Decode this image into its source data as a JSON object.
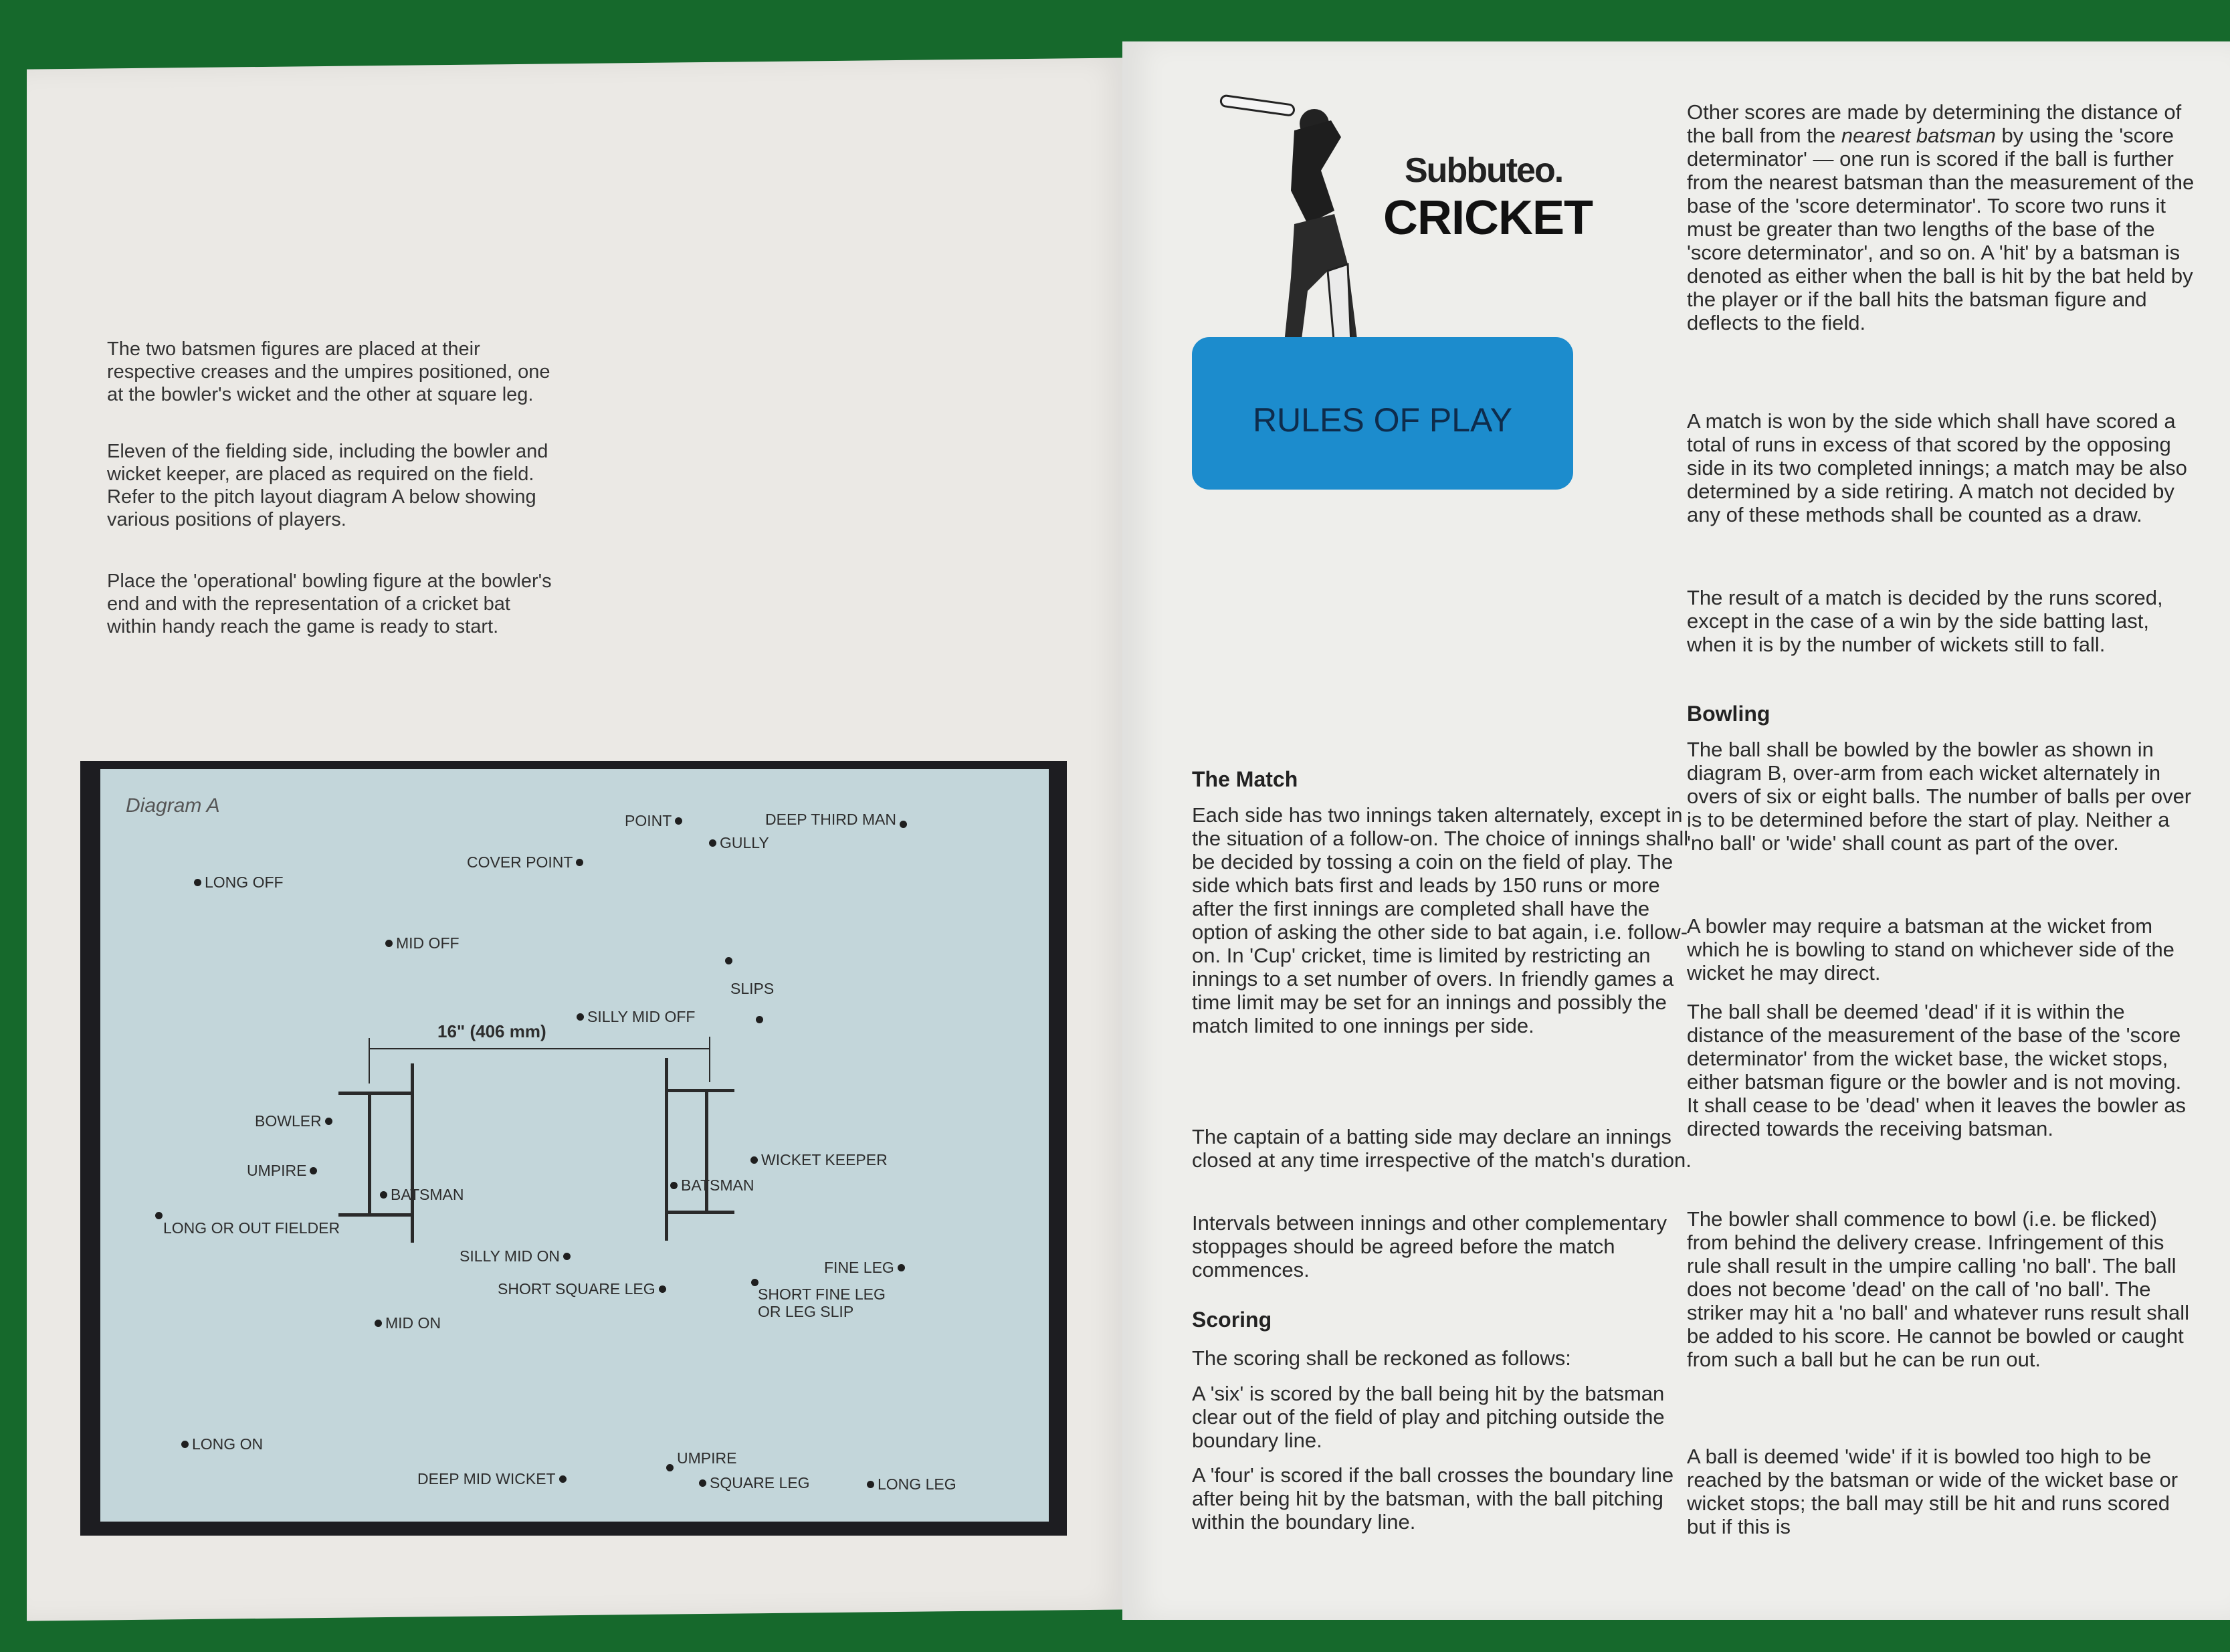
{
  "left_page": {
    "paragraphs": [
      "The two batsmen figures are placed at their respective creases and the umpires positioned, one at the bowler's wicket and the other at square leg.",
      "Eleven of the fielding side, including the bowler and wicket keeper, are placed as required on the field. Refer to the pitch layout diagram A below showing various positions of players.",
      "Place the 'operational' bowling figure at the bowler's end and with the representation of a cricket bat within handy reach the game is ready to start."
    ]
  },
  "diagram": {
    "title": "Diagram A",
    "dimension": "16\" (406 mm)",
    "labels": {
      "point": "POINT",
      "deep_third_man": "DEEP THIRD MAN",
      "gully": "GULLY",
      "cover_point": "COVER POINT",
      "long_off": "LONG OFF",
      "mid_off": "MID OFF",
      "slips": "SLIPS",
      "silly_mid_off": "SILLY MID OFF",
      "bowler": "BOWLER",
      "umpire_1": "UMPIRE",
      "batsman_1": "BATSMAN",
      "long_or_out_fielder": "LONG OR OUT FIELDER",
      "silly_mid_on": "SILLY MID ON",
      "short_square_leg": "SHORT SQUARE LEG",
      "mid_on": "MID ON",
      "wicket_keeper": "WICKET KEEPER",
      "batsman_2": "BATSMAN",
      "fine_leg": "FINE LEG",
      "short_fine_leg_1": "SHORT FINE LEG",
      "short_fine_leg_2": "OR LEG SLIP",
      "long_on": "LONG ON",
      "deep_mid_wicket": "DEEP MID WICKET",
      "umpire_2": "UMPIRE",
      "square_leg": "SQUARE LEG",
      "long_leg": "LONG LEG"
    }
  },
  "logo": {
    "brand": "Subbuteo.",
    "product": "CRICKET"
  },
  "banner": "RULES OF PLAY",
  "col1": {
    "match_heading": "The Match",
    "match_p1": "Each side has two innings taken alternately, except in the situation of a follow-on. The choice of innings shall be decided by tossing a coin on the field of play. The side which bats first and leads by 150 runs or more after the first innings are completed shall have the option of asking the other side to bat again, i.e. follow-on. In 'Cup' cricket, time is limited by restricting an innings to a set number of overs. In friendly games a time limit may be set for an innings and possibly the match limited to one innings per side.",
    "match_p2": "The captain of a batting side may declare an innings closed at any time irrespective of the match's duration.",
    "match_p3": "Intervals between innings and other complementary stoppages should be agreed before the match commences.",
    "scoring_heading": "Scoring",
    "scoring_p1": "The scoring shall be reckoned as follows:",
    "scoring_p2": "A 'six' is scored by the ball being hit by the batsman clear out of the field of play and pitching outside the boundary line.",
    "scoring_p3": "A 'four' is scored if the ball crosses the boundary line after being hit by the batsman, with the ball pitching within the boundary line."
  },
  "col2": {
    "p1_a": "Other scores are made by determining the distance of the ball from the ",
    "p1_em": "nearest batsman",
    "p1_b": " by using the 'score determinator' — one run is scored if the ball is further from the nearest batsman than the measurement of the base of the 'score determinator'. To score two runs it must be greater than two lengths of the base of the 'score determinator', and so on. A 'hit' by a batsman is denoted as either when the ball is hit by the bat held by the player or if the ball hits the batsman figure and deflects to the field.",
    "p2": "A match is won by the side which shall have scored a total of runs in excess of that scored by the opposing side in its two completed innings; a match may be also determined by a side retiring. A match not decided by any of these methods shall be counted as a draw.",
    "p3": "The result of a match is decided by the runs scored, except in the case of a win by the side batting last, when it is by the number of wickets still to fall.",
    "bowling_heading": "Bowling",
    "b1": "The ball shall be bowled by the bowler as shown in diagram B, over-arm from each wicket alternately in overs of six or eight balls. The number of balls per over is to be determined before the start of play. Neither a 'no ball' or 'wide' shall count as part of the over.",
    "b2": "A bowler may require a batsman at the wicket from which he is bowling to stand on whichever side of the wicket he may direct.",
    "b3": "The ball shall be deemed 'dead' if it is within the distance of the measurement of the base of the 'score determinator' from the wicket base, the wicket stops, either batsman figure or the bowler and is not moving. It shall cease to be 'dead' when it leaves the bowler as directed towards the receiving batsman.",
    "b4": "The bowler shall commence to bowl (i.e. be flicked) from behind the delivery crease. Infringement of this rule shall result in the umpire calling 'no ball'. The ball does not become 'dead' on the call of 'no ball'. The striker may hit a 'no ball' and whatever runs result shall be added to his score. He cannot be bowled or caught from such a ball but he can be run out.",
    "b5": "A ball is deemed 'wide' if it is bowled too high to be reached by the batsman or wide of the wicket base or wicket stops; the ball may still be hit and runs scored but if this is"
  },
  "colors": {
    "background": "#16692c",
    "banner": "#1c8ccd",
    "diagram": "#c3d6da"
  }
}
